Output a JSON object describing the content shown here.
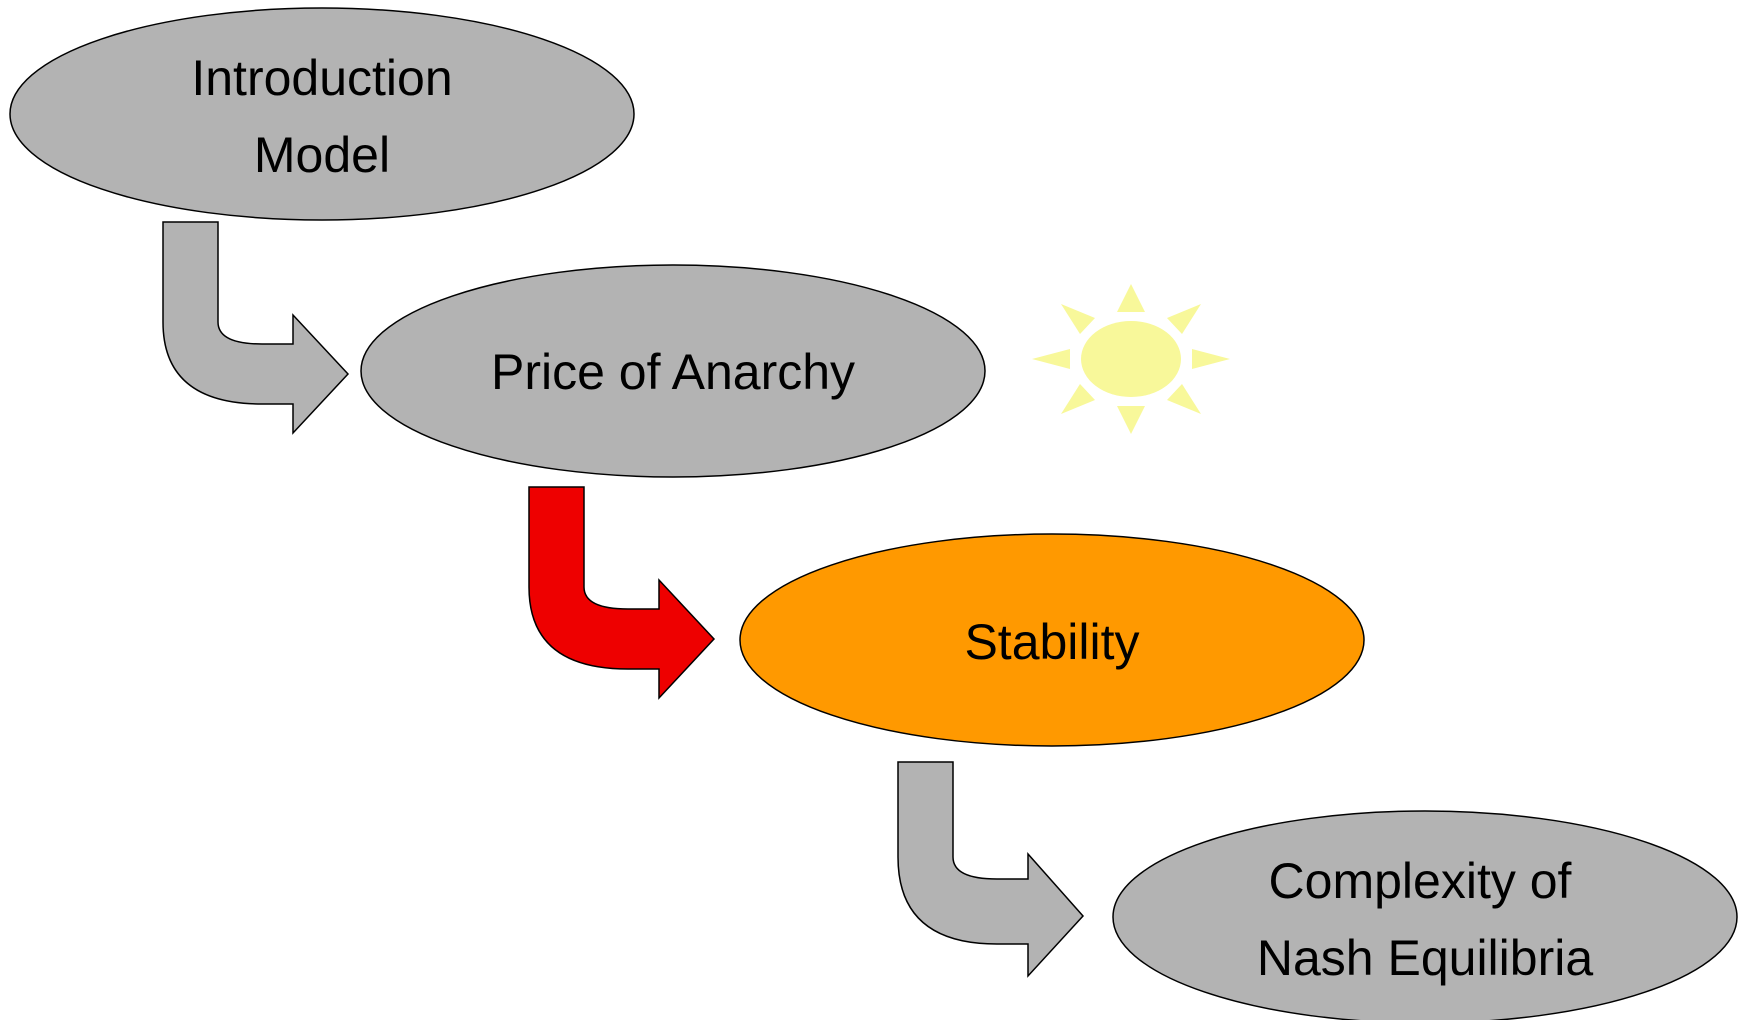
{
  "diagram": {
    "nodes": [
      {
        "id": "introduction",
        "lines": [
          "Introduction",
          "Model"
        ],
        "fill": "#b3b3b3",
        "highlighted": false
      },
      {
        "id": "price-of-anarchy",
        "lines": [
          "Price of Anarchy"
        ],
        "fill": "#b3b3b3",
        "highlighted": false
      },
      {
        "id": "stability",
        "lines": [
          "Stability"
        ],
        "fill": "#ff9900",
        "highlighted": true
      },
      {
        "id": "complexity",
        "lines": [
          "Complexity of",
          "Nash Equilibria"
        ],
        "fill": "#b3b3b3",
        "highlighted": false
      }
    ],
    "arrows": [
      {
        "from": "introduction",
        "to": "price-of-anarchy",
        "fill": "#b3b3b3"
      },
      {
        "from": "price-of-anarchy",
        "to": "stability",
        "fill": "#ee0000"
      },
      {
        "from": "stability",
        "to": "complexity",
        "fill": "#b3b3b3"
      }
    ],
    "decoration": {
      "icon": "sun-icon",
      "fill": "#f8f89a",
      "near": "price-of-anarchy"
    },
    "stroke_color": "#000000"
  }
}
